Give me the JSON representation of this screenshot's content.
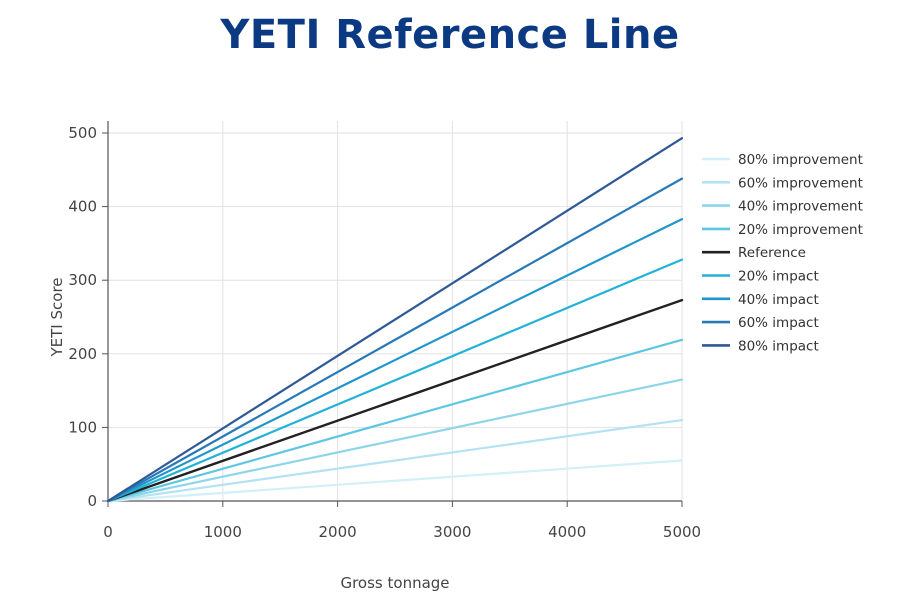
{
  "chart_data": {
    "type": "line",
    "title": "YETI Reference Line",
    "xlabel": "Gross tonnage",
    "ylabel": "YETI Score",
    "xlim": [
      0,
      5000
    ],
    "ylim": [
      0,
      500
    ],
    "x_ticks": [
      0,
      1000,
      2000,
      3000,
      4000,
      5000
    ],
    "y_ticks": [
      0,
      100,
      200,
      300,
      400,
      500
    ],
    "grid": true,
    "legend_position": "right",
    "x": [
      0,
      5000
    ],
    "series": [
      {
        "name": "80% improvement",
        "color": "#d3eff8",
        "values": [
          0,
          55
        ]
      },
      {
        "name": "60% improvement",
        "color": "#b3e3f2",
        "values": [
          0,
          110
        ]
      },
      {
        "name": "40% improvement",
        "color": "#8ed5ea",
        "values": [
          0,
          165
        ]
      },
      {
        "name": "20% improvement",
        "color": "#5dc6e2",
        "values": [
          0,
          219
        ]
      },
      {
        "name": "Reference",
        "color": "#222222",
        "values": [
          0,
          273
        ]
      },
      {
        "name": "20% impact",
        "color": "#22b2d8",
        "values": [
          0,
          328
        ]
      },
      {
        "name": "40% impact",
        "color": "#1e96cc",
        "values": [
          0,
          383
        ]
      },
      {
        "name": "60% impact",
        "color": "#2779b7",
        "values": [
          0,
          438
        ]
      },
      {
        "name": "80% impact",
        "color": "#2f5896",
        "values": [
          0,
          493
        ]
      }
    ]
  }
}
